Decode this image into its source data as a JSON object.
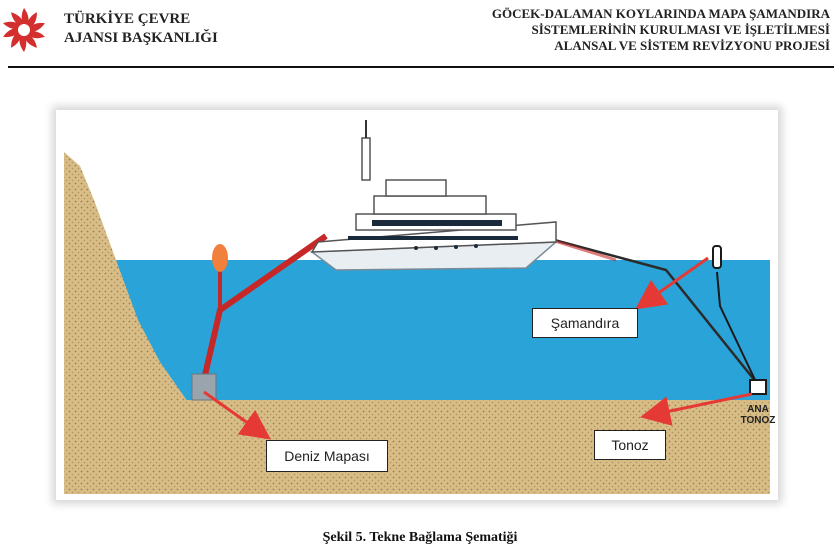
{
  "header": {
    "org_line1": "TÜRKİYE ÇEVRE",
    "org_line2": "AJANSI BAŞKANLIĞI",
    "project_line1": "GÖCEK-DALAMAN KOYLARINDA MAPA ŞAMANDIRA",
    "project_line2": "SİSTEMLERİNİN KURULMASI VE İŞLETİLMESİ",
    "project_line3": "ALANSAL VE SİSTEM REVİZYONU PROJESİ"
  },
  "colors": {
    "logo_red": "#d32f2f",
    "sea": "#2aa3d8",
    "seabed": "#d8bd87",
    "mooring_line": "#c62828",
    "arrow": "#e53935",
    "buoy_orange": "#f0803c"
  },
  "diagram": {
    "labels": {
      "samandira": "Şamandıra",
      "deniz_mapasi": "Deniz Mapası",
      "tonoz": "Tonoz",
      "ana_line1": "ANA",
      "ana_line2": "TONOZ"
    }
  },
  "caption": "Şekil 5. Tekne Bağlama Şematiği"
}
